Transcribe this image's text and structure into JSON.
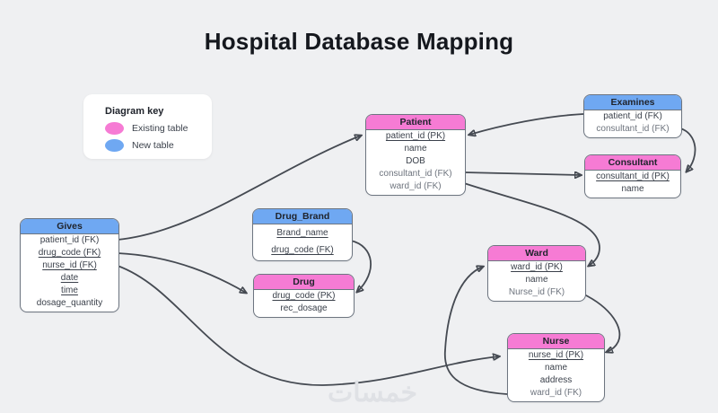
{
  "title": "Hospital Database Mapping",
  "watermark": "خمسات",
  "colors": {
    "background": "#eff0f2",
    "existing_table": "#f67bd4",
    "new_table": "#6fa8f2",
    "arrow": "#454a52",
    "table_border": "#6d7580"
  },
  "legend": {
    "title": "Diagram key",
    "items": [
      {
        "label": "Existing table",
        "color": "#f67bd4"
      },
      {
        "label": "New table",
        "color": "#6fa8f2"
      }
    ]
  },
  "tables": {
    "patient": {
      "name": "Patient",
      "type": "existing",
      "rows": [
        "patient_id (PK)",
        "name",
        "DOB",
        "consultant_id (FK)",
        "ward_id (FK)"
      ]
    },
    "examines": {
      "name": "Examines",
      "type": "new",
      "rows": [
        "patient_id (FK)",
        "consultant_id (FK)"
      ]
    },
    "consultant": {
      "name": "Consultant",
      "type": "existing",
      "rows": [
        "consultant_id (PK)",
        "name"
      ]
    },
    "gives": {
      "name": "Gives",
      "type": "new",
      "rows": [
        "patient_id (FK)",
        "drug_code (FK)",
        "nurse_id (FK)",
        "date",
        "time",
        "dosage_quantity"
      ]
    },
    "drug_brand": {
      "name": "Drug_Brand",
      "type": "new",
      "rows": [
        "Brand_name",
        "drug_code (FK)"
      ]
    },
    "drug": {
      "name": "Drug",
      "type": "existing",
      "rows": [
        "drug_code (PK)",
        "rec_dosage"
      ]
    },
    "ward": {
      "name": "Ward",
      "type": "existing",
      "rows": [
        "ward_id (PK)",
        "name",
        "Nurse_id (FK)"
      ]
    },
    "nurse": {
      "name": "Nurse",
      "type": "existing",
      "rows": [
        "nurse_id (PK)",
        "name",
        "address",
        "ward_id (FK)"
      ]
    }
  },
  "relations": [
    "Gives.patient_id → Patient",
    "Gives.drug_code → Drug",
    "Gives.nurse_id → Nurse",
    "Drug_Brand.drug_code → Drug",
    "Patient.consultant_id → Consultant",
    "Patient.ward_id → Ward",
    "Examines.patient_id → Patient",
    "Examines.consultant_id → Consultant",
    "Ward.Nurse_id → Nurse",
    "Nurse.ward_id → Ward"
  ]
}
